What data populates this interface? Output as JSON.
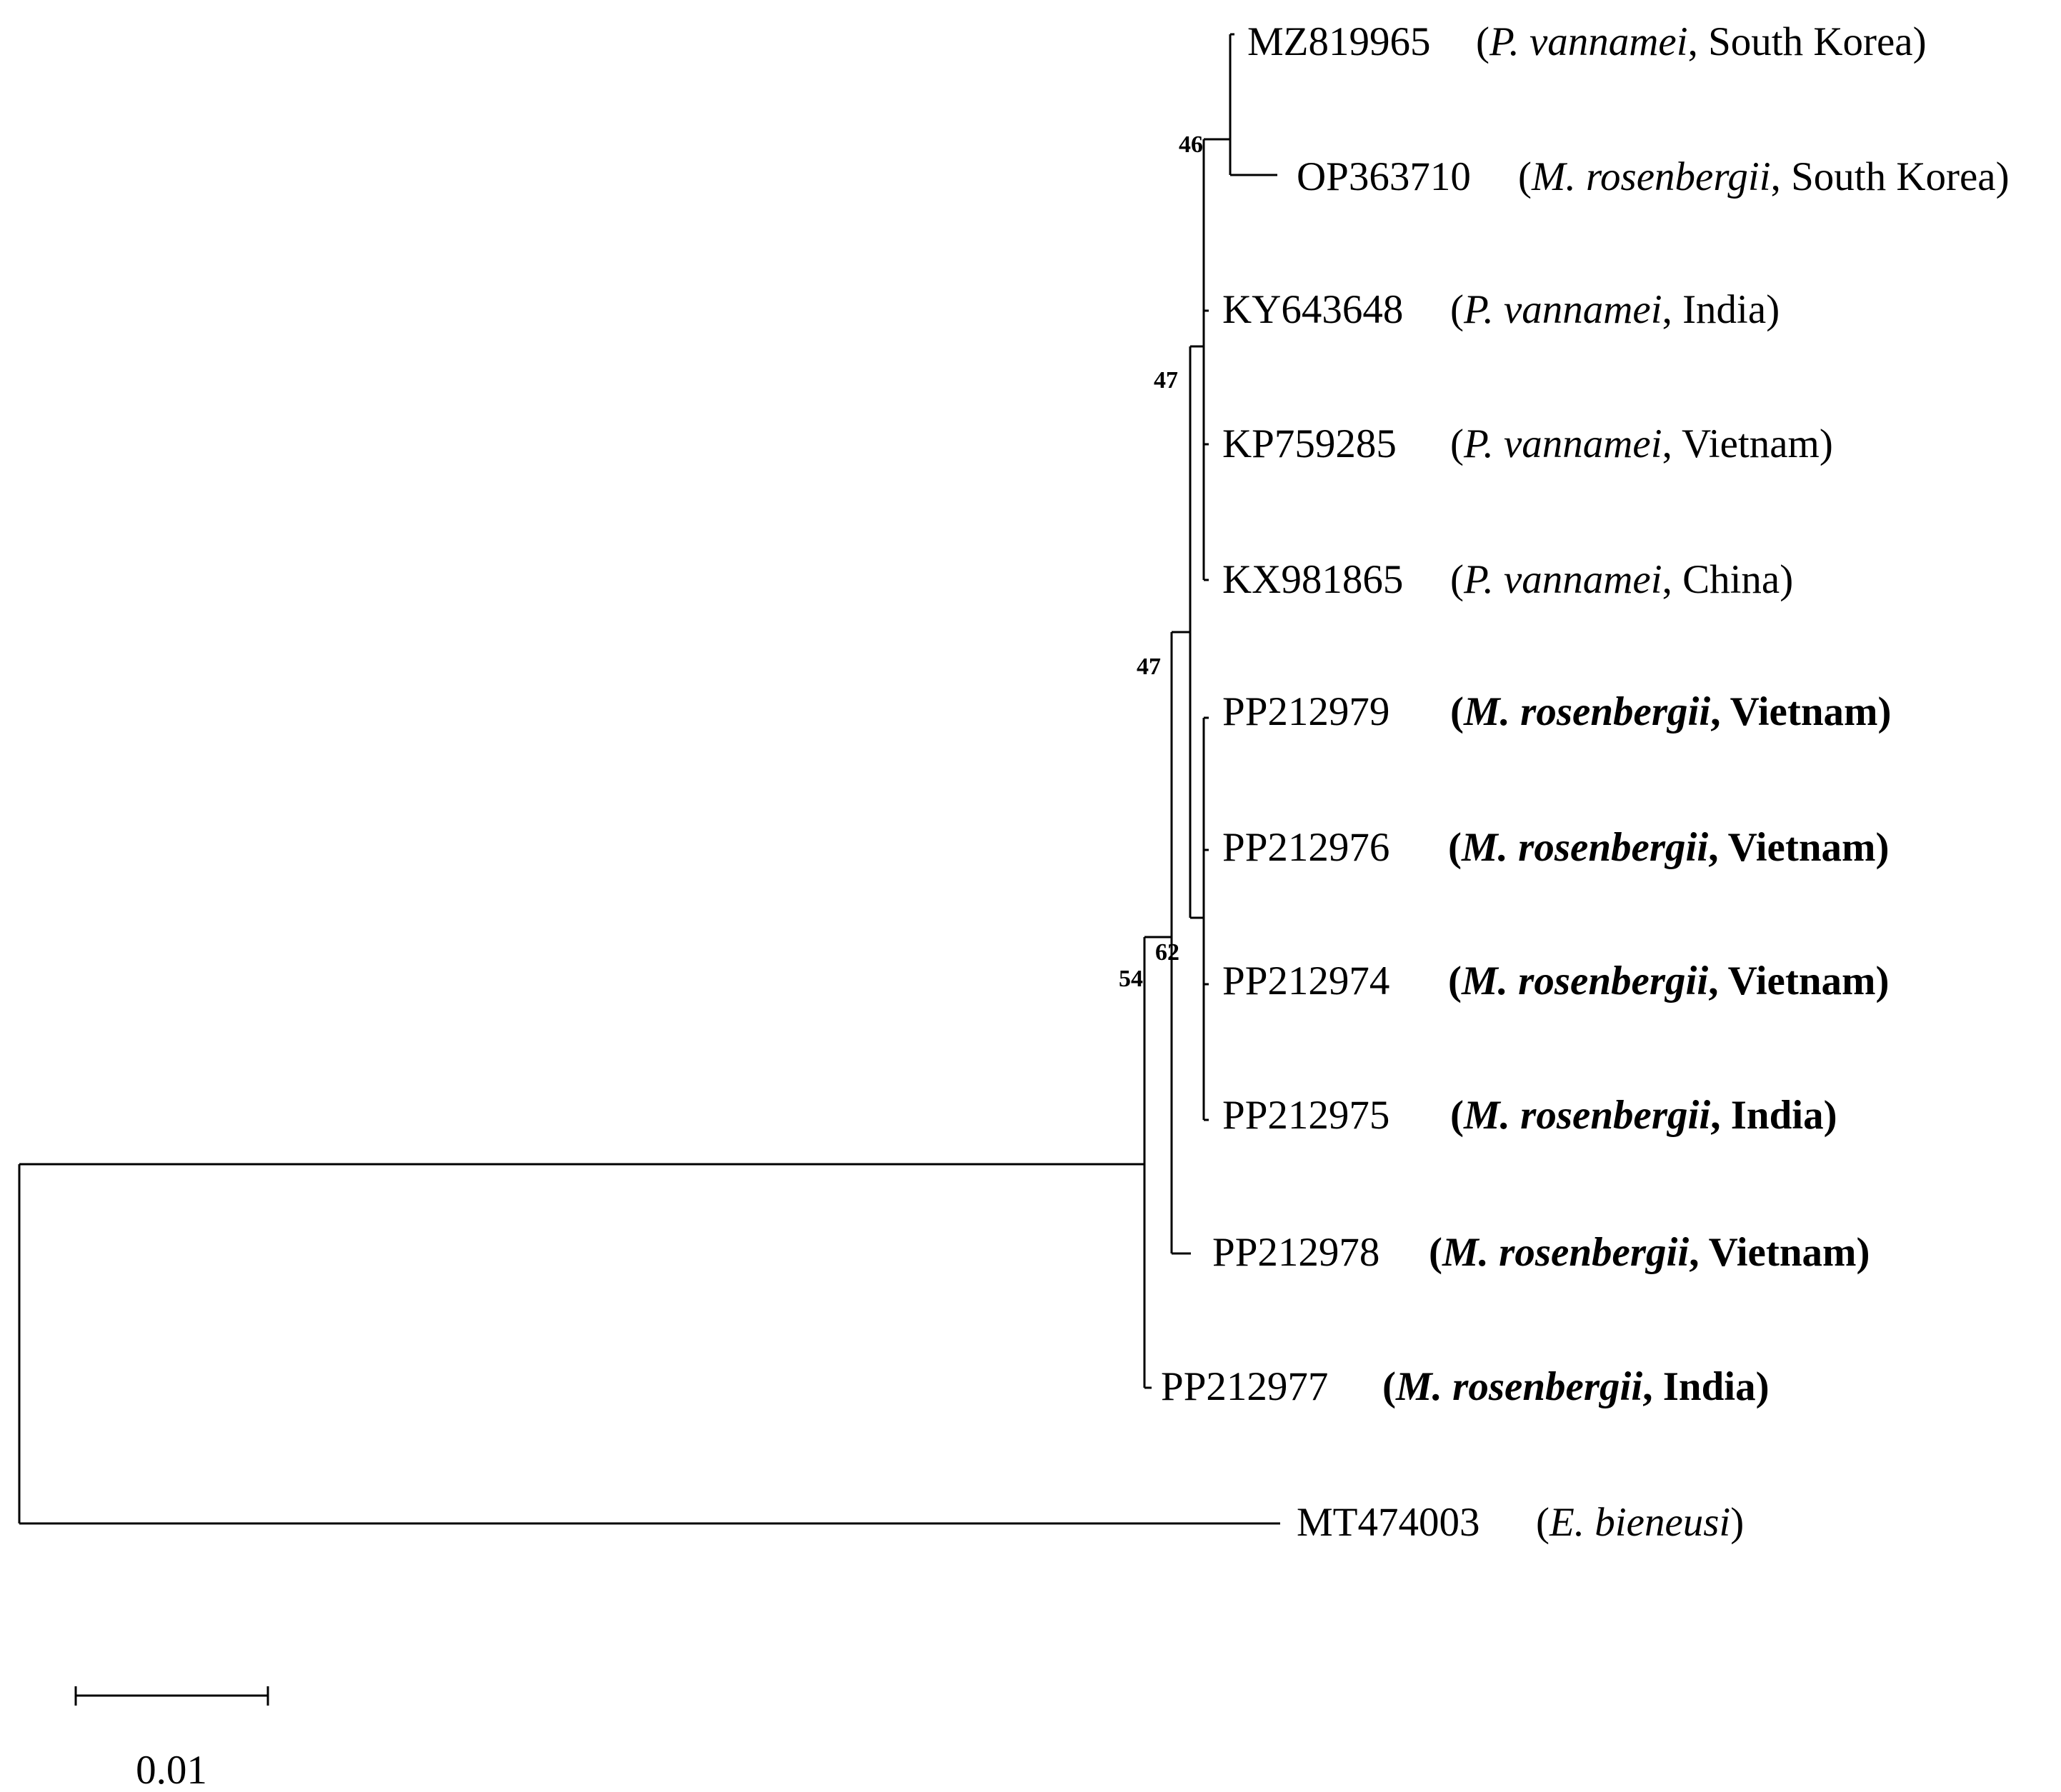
{
  "taxa": [
    {
      "id": "MZ819965",
      "genus": "P. vannamei",
      "country": "South Korea",
      "bold": false
    },
    {
      "id": "OP363710",
      "genus": "M. rosenbergii",
      "country": "South Korea",
      "bold": false
    },
    {
      "id": "KY643648",
      "genus": "P. vannamei",
      "country": "India",
      "bold": false
    },
    {
      "id": "KP759285",
      "genus": "P. vannamei",
      "country": "Vietnam",
      "bold": false
    },
    {
      "id": "KX981865",
      "genus": "P. vannamei",
      "country": "China",
      "bold": false
    },
    {
      "id": "PP212979",
      "genus": "M. rosenbergii",
      "country": "Vietnam",
      "bold": true
    },
    {
      "id": "PP212976",
      "genus": "M. rosenbergii",
      "country": "Vietnam",
      "bold": true
    },
    {
      "id": "PP212974",
      "genus": "M. rosenbergii",
      "country": "Vietnam",
      "bold": true
    },
    {
      "id": "PP212975",
      "genus": "M. rosenbergii",
      "country": "India",
      "bold": true
    },
    {
      "id": "PP212978",
      "genus": "M. rosenbergii",
      "country": "Vietnam",
      "bold": true
    },
    {
      "id": "PP212977",
      "genus": "M. rosenbergii",
      "country": "India",
      "bold": true
    },
    {
      "id": "MT474003",
      "genus": "E. bieneusi",
      "country": "",
      "bold": false
    }
  ],
  "bootstrap": [
    "46",
    "47",
    "47",
    "62",
    "54"
  ],
  "scale_bar": {
    "label": "0.01"
  }
}
